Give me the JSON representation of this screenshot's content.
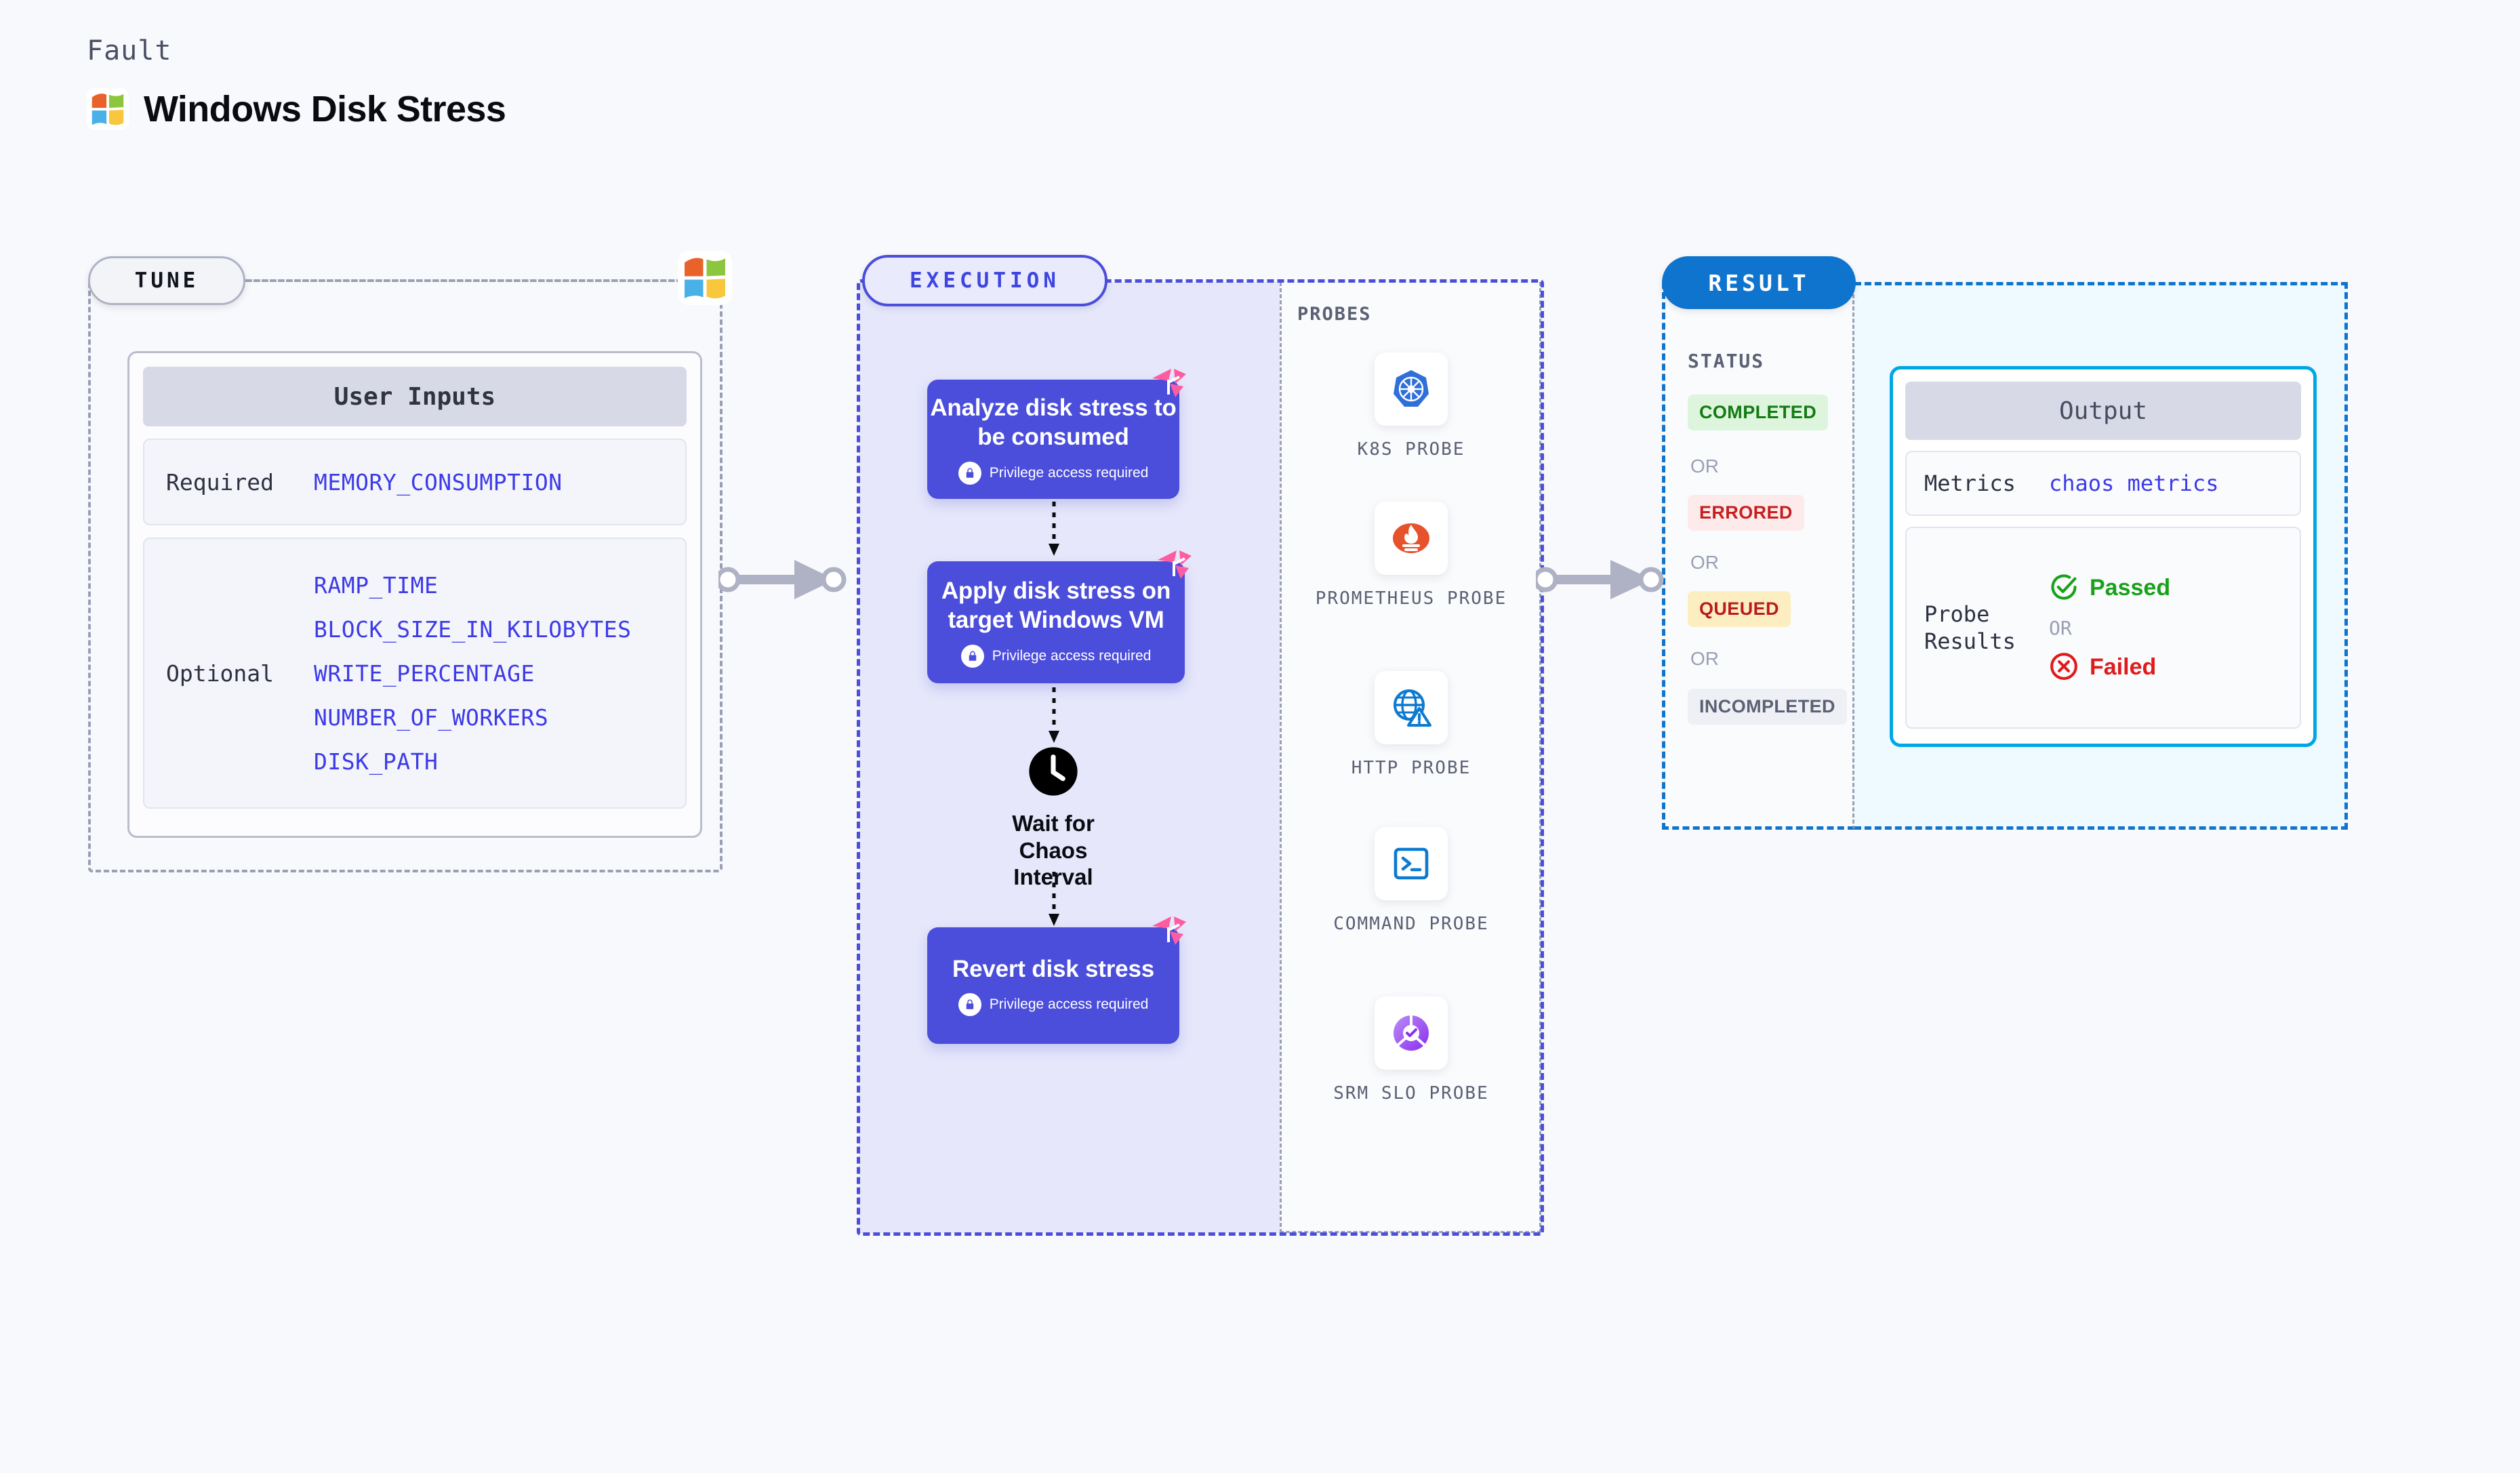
{
  "header": {
    "fault_label": "Fault",
    "title": "Windows Disk Stress",
    "logo_icon": "windows-logo-icon"
  },
  "tune": {
    "pill_label": "TUNE",
    "logo_icon": "windows-logo-icon",
    "card_title": "User Inputs",
    "required": {
      "label": "Required",
      "values": [
        "MEMORY_CONSUMPTION"
      ]
    },
    "optional": {
      "label": "Optional",
      "values": [
        "RAMP_TIME",
        "BLOCK_SIZE_IN_KILOBYTES",
        "WRITE_PERCENTAGE",
        "NUMBER_OF_WORKERS",
        "DISK_PATH"
      ]
    }
  },
  "execution": {
    "pill_label": "EXECUTION",
    "steps": [
      {
        "title": "Analyze disk stress to be consumed",
        "privilege": "Privilege access required",
        "badge_icon": "chaos-ribbon-icon"
      },
      {
        "title": "Apply disk stress on target Windows VM",
        "privilege": "Privilege access required",
        "badge_icon": "chaos-ribbon-icon"
      },
      {
        "title": "Revert disk stress",
        "privilege": "Privilege access required",
        "badge_icon": "chaos-ribbon-icon"
      }
    ],
    "wait_node": {
      "label": "Wait for Chaos Interval",
      "icon": "clock-icon"
    }
  },
  "probes": {
    "title": "PROBES",
    "items": [
      {
        "label": "K8S PROBE",
        "icon": "kubernetes-icon"
      },
      {
        "label": "PROMETHEUS PROBE",
        "icon": "prometheus-icon"
      },
      {
        "label": "HTTP PROBE",
        "icon": "globe-warning-icon"
      },
      {
        "label": "COMMAND PROBE",
        "icon": "terminal-icon"
      },
      {
        "label": "SRM SLO PROBE",
        "icon": "srm-slo-icon"
      }
    ]
  },
  "result": {
    "pill_label": "RESULT",
    "status_title": "STATUS",
    "or_label": "OR",
    "statuses": [
      {
        "label": "COMPLETED",
        "bg": "#ddf5dd",
        "color": "#127a12"
      },
      {
        "label": "ERRORED",
        "bg": "#fdebeb",
        "color": "#c71f1f"
      },
      {
        "label": "QUEUED",
        "bg": "#fdeec2",
        "color": "#b81c1c"
      },
      {
        "label": "INCOMPLETED",
        "bg": "#eff0f6",
        "color": "#5b6074"
      }
    ],
    "output": {
      "title": "Output",
      "metrics_label": "Metrics",
      "metrics_value": "chaos metrics",
      "probe_results_label": "Probe Results",
      "passed_label": "Passed",
      "failed_label": "Failed",
      "or_label": "OR",
      "passed_icon": "check-circle-icon",
      "failed_icon": "x-circle-icon"
    }
  },
  "colors": {
    "page_bg": "#f8f9fc",
    "execution_accent": "#4b4ddb",
    "execution_bg": "#e6e7fa",
    "result_accent": "#0f74cd",
    "output_accent": "#00a7e5",
    "output_bg": "#eefaff",
    "tune_border": "#9aa0b4",
    "code_text": "#3d3ae8",
    "chaos_badge": "#fd5ca0"
  }
}
